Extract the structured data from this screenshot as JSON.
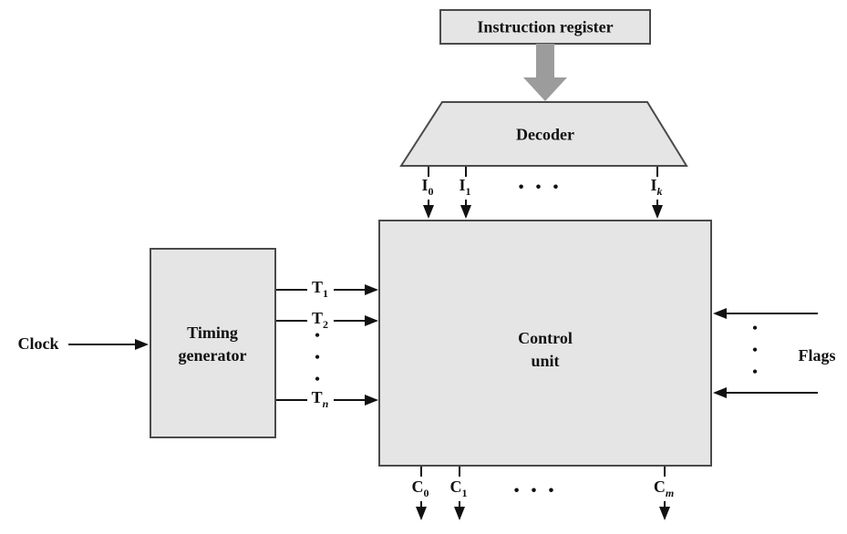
{
  "diagram": {
    "nodes": {
      "instruction_register": {
        "label": "Instruction register"
      },
      "decoder": {
        "label": "Decoder"
      },
      "control_unit": {
        "line1": "Control",
        "line2": "unit"
      },
      "timing_generator": {
        "line1": "Timing",
        "line2": "generator"
      }
    },
    "inputs": {
      "clock": {
        "label": "Clock"
      },
      "flags": {
        "label": "Flags"
      }
    },
    "decoder_outputs": [
      {
        "main": "I",
        "sub": "0"
      },
      {
        "main": "I",
        "sub": "1"
      },
      {
        "main": "I",
        "sub": "k"
      }
    ],
    "timing_outputs": [
      {
        "main": "T",
        "sub": "1"
      },
      {
        "main": "T",
        "sub": "2"
      },
      {
        "main": "T",
        "sub": "n"
      }
    ],
    "control_outputs": [
      {
        "main": "C",
        "sub": "0"
      },
      {
        "main": "C",
        "sub": "1"
      },
      {
        "main": "C",
        "sub": "m"
      }
    ],
    "ellipsis": {
      "horizontal": "•••",
      "vertical": "•\n•\n•"
    },
    "colors": {
      "box_fill": "#e5e5e5",
      "box_border": "#4a4a4a",
      "line": "#111111",
      "thick_arrow": "#9c9c9c"
    }
  }
}
